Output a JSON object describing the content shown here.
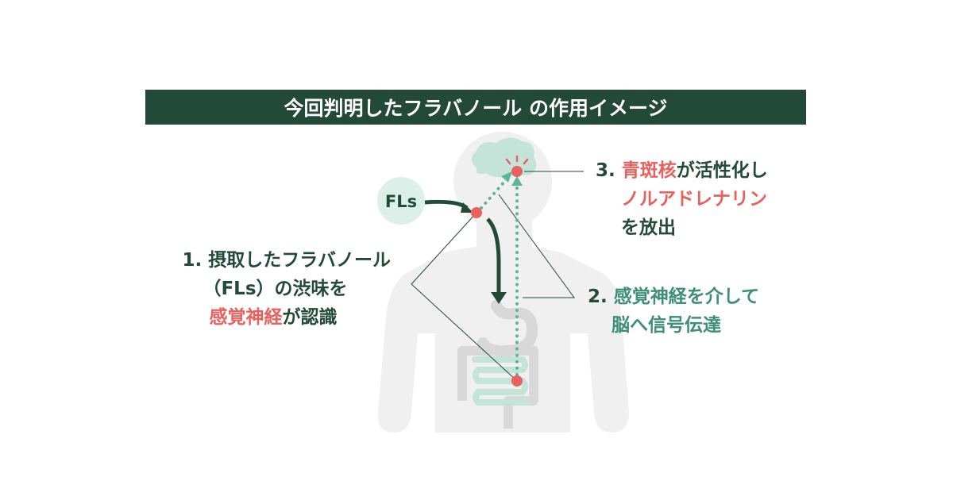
{
  "title": "今回判明したフラバノール の作用イメージ",
  "fls_label": "FLs",
  "step1": {
    "num": "1.",
    "line1": "摂取したフラバノール",
    "line2": "（FLs）の渋味を",
    "line3_highlight": "感覚神経",
    "line3_rest": "が認識"
  },
  "step2": {
    "num": "2.",
    "line1": "感覚神経を介して",
    "line2": "脳へ信号伝達"
  },
  "step3": {
    "num": "3.",
    "line1_highlight": "青斑核",
    "line1_rest": "が活性化し",
    "line2_highlight": "ノルアドレナリン",
    "line3": "を放出"
  },
  "colors": {
    "dark_green": "#234a39",
    "red": "#e9605e",
    "teal": "#5bb59a",
    "light_teal": "#c4e3d9",
    "body": "#f0f0f0",
    "organ": "#d8d8d8"
  }
}
